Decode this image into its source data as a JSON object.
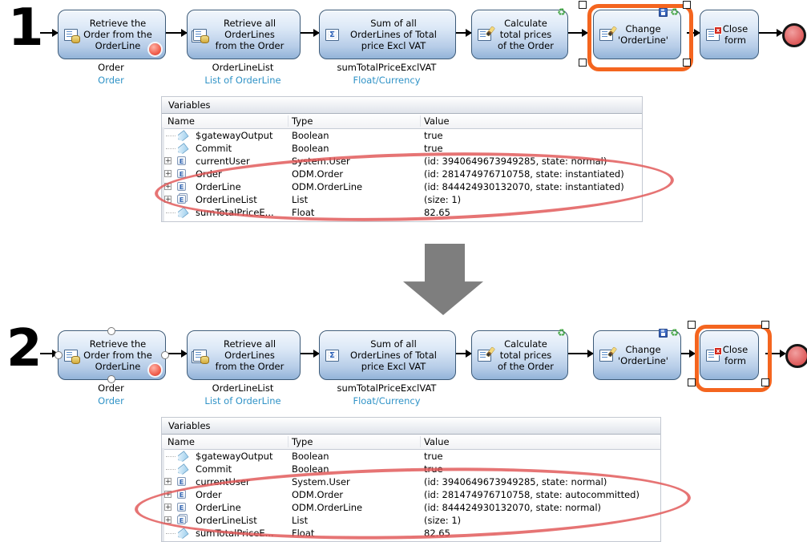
{
  "colors": {
    "highlight_orange": "#f4651f",
    "type_blue": "#3093c7",
    "annotation_red": "#e15555"
  },
  "icons": {
    "expander_plus": "+",
    "entity_letter": "E",
    "sum_sigma": "Σ",
    "close_x": "x",
    "recycle": "♻"
  },
  "sections": [
    {
      "number": "1",
      "flow": {
        "boxes": [
          {
            "label": "Retrieve the\nOrder from the\nOrderLine",
            "output_name": "Order",
            "output_type": "Order"
          },
          {
            "label": "Retrieve all\nOrderLines\nfrom the Order",
            "output_name": "OrderLineList",
            "output_type": "List of OrderLine"
          },
          {
            "label": "Sum of all\nOrderLines of Total\nprice Excl VAT",
            "output_name": "sumTotalPriceExclVAT",
            "output_type": "Float/Currency"
          },
          {
            "label": "Calculate\ntotal prices\nof the Order"
          },
          {
            "label": "Change\n'OrderLine'"
          },
          {
            "label": "Close\nform"
          }
        ]
      },
      "variables": {
        "title": "Variables",
        "columns": [
          "Name",
          "Type",
          "Value"
        ],
        "rows": [
          {
            "name": "$gatewayOutput",
            "type": "Boolean",
            "value": "true"
          },
          {
            "name": "Commit",
            "type": "Boolean",
            "value": "true"
          },
          {
            "name": "currentUser",
            "type": "System.User",
            "value": "(id: 3940649673949285, state: normal)"
          },
          {
            "name": "Order",
            "type": "ODM.Order",
            "value": "(id: 281474976710758, state: instantiated)"
          },
          {
            "name": "OrderLine",
            "type": "ODM.OrderLine",
            "value": "(id: 844424930132070, state: instantiated)"
          },
          {
            "name": "OrderLineList",
            "type": "List",
            "value": "(size: 1)"
          },
          {
            "name": "sumTotalPriceE...",
            "type": "Float",
            "value": "82.65"
          }
        ]
      }
    },
    {
      "number": "2",
      "flow": {
        "boxes": [
          {
            "label": "Retrieve the\nOrder from the\nOrderLine",
            "output_name": "Order",
            "output_type": "Order"
          },
          {
            "label": "Retrieve all\nOrderLines\nfrom the Order",
            "output_name": "OrderLineList",
            "output_type": "List of OrderLine"
          },
          {
            "label": "Sum of all\nOrderLines of Total\nprice Excl VAT",
            "output_name": "sumTotalPriceExclVAT",
            "output_type": "Float/Currency"
          },
          {
            "label": "Calculate\ntotal prices\nof the Order"
          },
          {
            "label": "Change\n'OrderLine'"
          },
          {
            "label": "Close\nform"
          }
        ]
      },
      "variables": {
        "title": "Variables",
        "columns": [
          "Name",
          "Type",
          "Value"
        ],
        "rows": [
          {
            "name": "$gatewayOutput",
            "type": "Boolean",
            "value": "true"
          },
          {
            "name": "Commit",
            "type": "Boolean",
            "value": "true"
          },
          {
            "name": "currentUser",
            "type": "System.User",
            "value": "(id: 3940649673949285, state: normal)"
          },
          {
            "name": "Order",
            "type": "ODM.Order",
            "value": "(id: 281474976710758, state: autocommitted)"
          },
          {
            "name": "OrderLine",
            "type": "ODM.OrderLine",
            "value": "(id: 844424930132070, state: normal)"
          },
          {
            "name": "OrderLineList",
            "type": "List",
            "value": "(size: 1)"
          },
          {
            "name": "sumTotalPriceE...",
            "type": "Float",
            "value": "82.65"
          }
        ]
      }
    }
  ]
}
